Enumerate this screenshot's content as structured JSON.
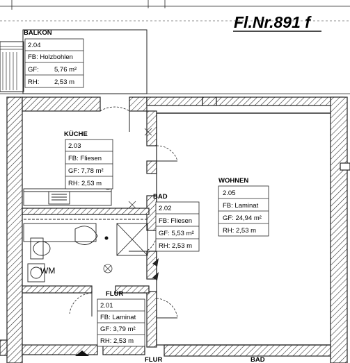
{
  "plan_number": "Fl.Nr.891 f",
  "rooms": {
    "balkon": {
      "name": "BALKON",
      "number": "2.04",
      "fb": "FB: Holzbohlen",
      "gf_label": "GF:",
      "gf_value": "5,76 m²",
      "rh_label": "RH:",
      "rh_value": "2,53 m"
    },
    "kueche": {
      "name": "KÜCHE",
      "number": "2.03",
      "fb": "FB: Fliesen",
      "gf": "GF: 7,78 m²",
      "rh": "RH: 2,53 m"
    },
    "bad": {
      "name": "BAD",
      "number": "2.02",
      "fb": "FB: Fliesen",
      "gf": "GF: 5,53 m²",
      "rh": "RH: 2,53 m"
    },
    "wohnen": {
      "name": "WOHNEN",
      "number": "2.05",
      "fb": "FB: Laminat",
      "gf": "GF: 24,94 m²",
      "rh": "RH:  2,53 m"
    },
    "flur": {
      "name": "FLUR",
      "number": "2.01",
      "fb": "FB: Laminat",
      "gf": "GF: 3,79 m²",
      "rh": "RH: 2,53 m"
    }
  },
  "fixtures": {
    "wm": "WM"
  },
  "bottom_labels": {
    "flur": "FLUR",
    "bad": "BAD"
  }
}
